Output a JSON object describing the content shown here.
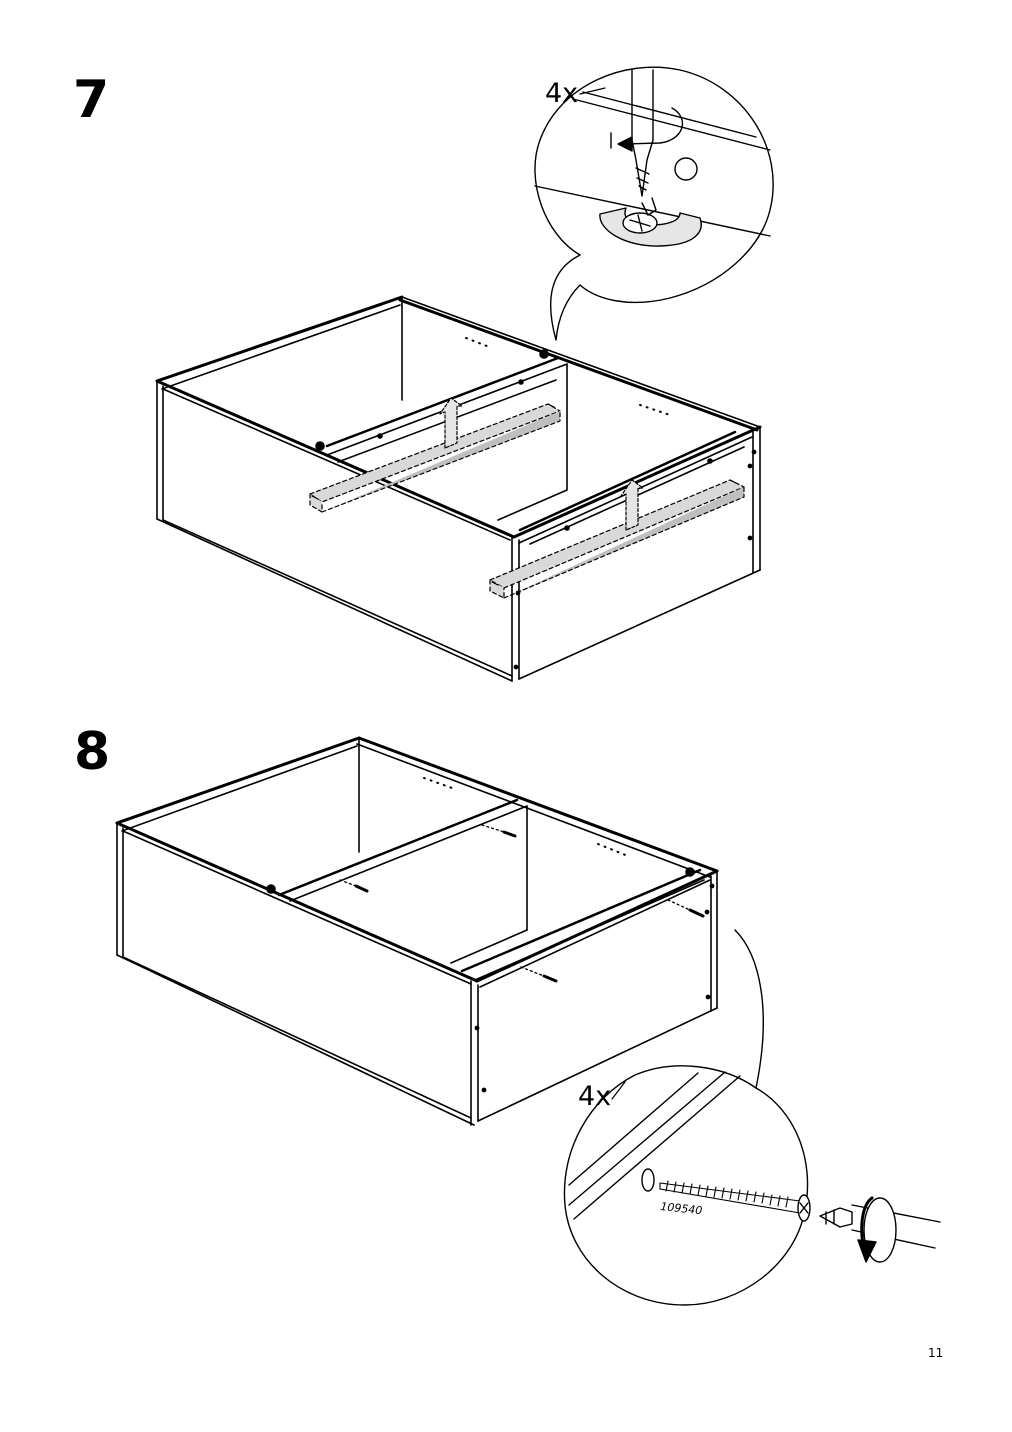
{
  "steps": [
    {
      "number": "7",
      "quantity": "4x"
    },
    {
      "number": "8",
      "quantity": "4x",
      "part_number": "109540"
    }
  ],
  "page_number": "11"
}
